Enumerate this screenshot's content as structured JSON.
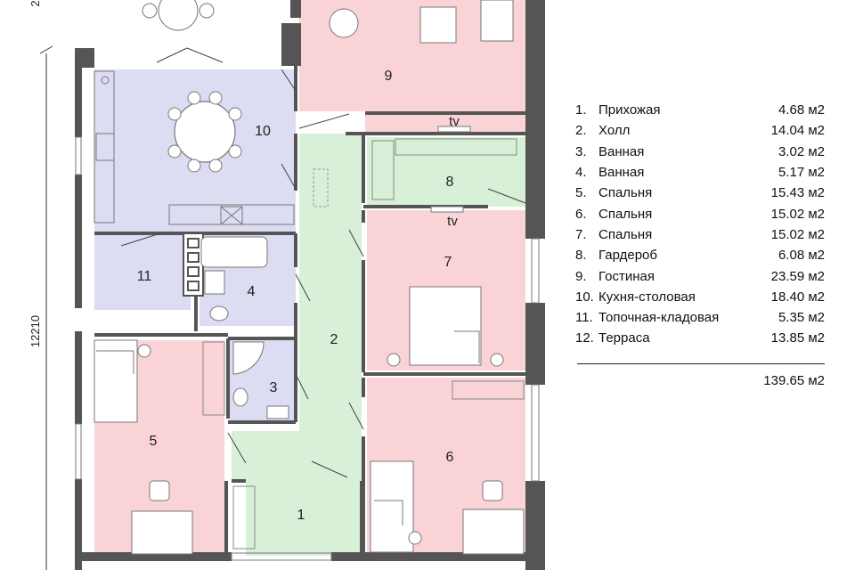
{
  "plan": {
    "dimension_label": "12210",
    "dimension_fragment": "2",
    "tv_label": "tv",
    "room_numbers": [
      "1",
      "2",
      "3",
      "4",
      "5",
      "6",
      "7",
      "8",
      "9",
      "10",
      "11"
    ]
  },
  "legend": {
    "rows": [
      {
        "num": "1.",
        "name": "Прихожая",
        "area": "4.68 м2"
      },
      {
        "num": "2.",
        "name": "Холл",
        "area": "14.04 м2"
      },
      {
        "num": "3.",
        "name": "Ванная",
        "area": "3.02 м2"
      },
      {
        "num": "4.",
        "name": "Ванная",
        "area": "5.17 м2"
      },
      {
        "num": "5.",
        "name": "Спальня",
        "area": "15.43 м2"
      },
      {
        "num": "6.",
        "name": "Спальня",
        "area": "15.02 м2"
      },
      {
        "num": "7.",
        "name": "Спальня",
        "area": "15.02 м2"
      },
      {
        "num": "8.",
        "name": "Гардероб",
        "area": "6.08 м2"
      },
      {
        "num": "9.",
        "name": "Гостиная",
        "area": "23.59 м2"
      },
      {
        "num": "10.",
        "name": "Кухня-столовая",
        "area": "18.40 м2"
      },
      {
        "num": "11.",
        "name": "Топочная-кладовая",
        "area": "5.35 м2"
      },
      {
        "num": "12.",
        "name": "Терраса",
        "area": "13.85 м2"
      }
    ],
    "total": "139.65 м2"
  },
  "colors": {
    "living": "#f9d3d6",
    "kitchen": "#dcdcf2",
    "hall": "#d8efd8",
    "wall": "#555555"
  }
}
